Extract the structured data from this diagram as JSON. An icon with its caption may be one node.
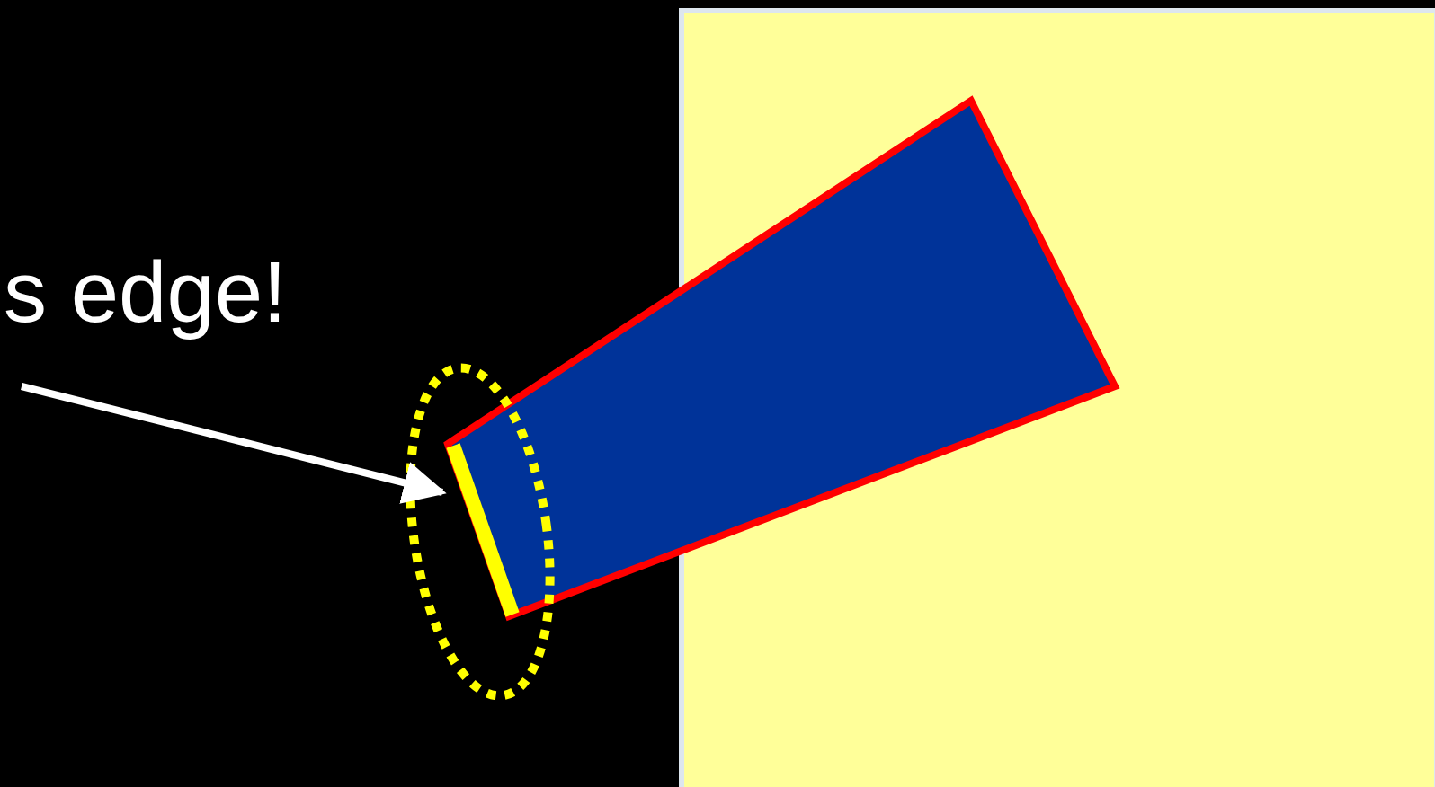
{
  "diagram": {
    "nodes": [
      {
        "text": [
          "s edge!"
        ]
      },
      {
        "text": [],
        "shape": "bar"
      }
    ],
    "edges": [
      {
        "from": 0,
        "to": 1,
        "arrow": "to"
      }
    ]
  }
}
